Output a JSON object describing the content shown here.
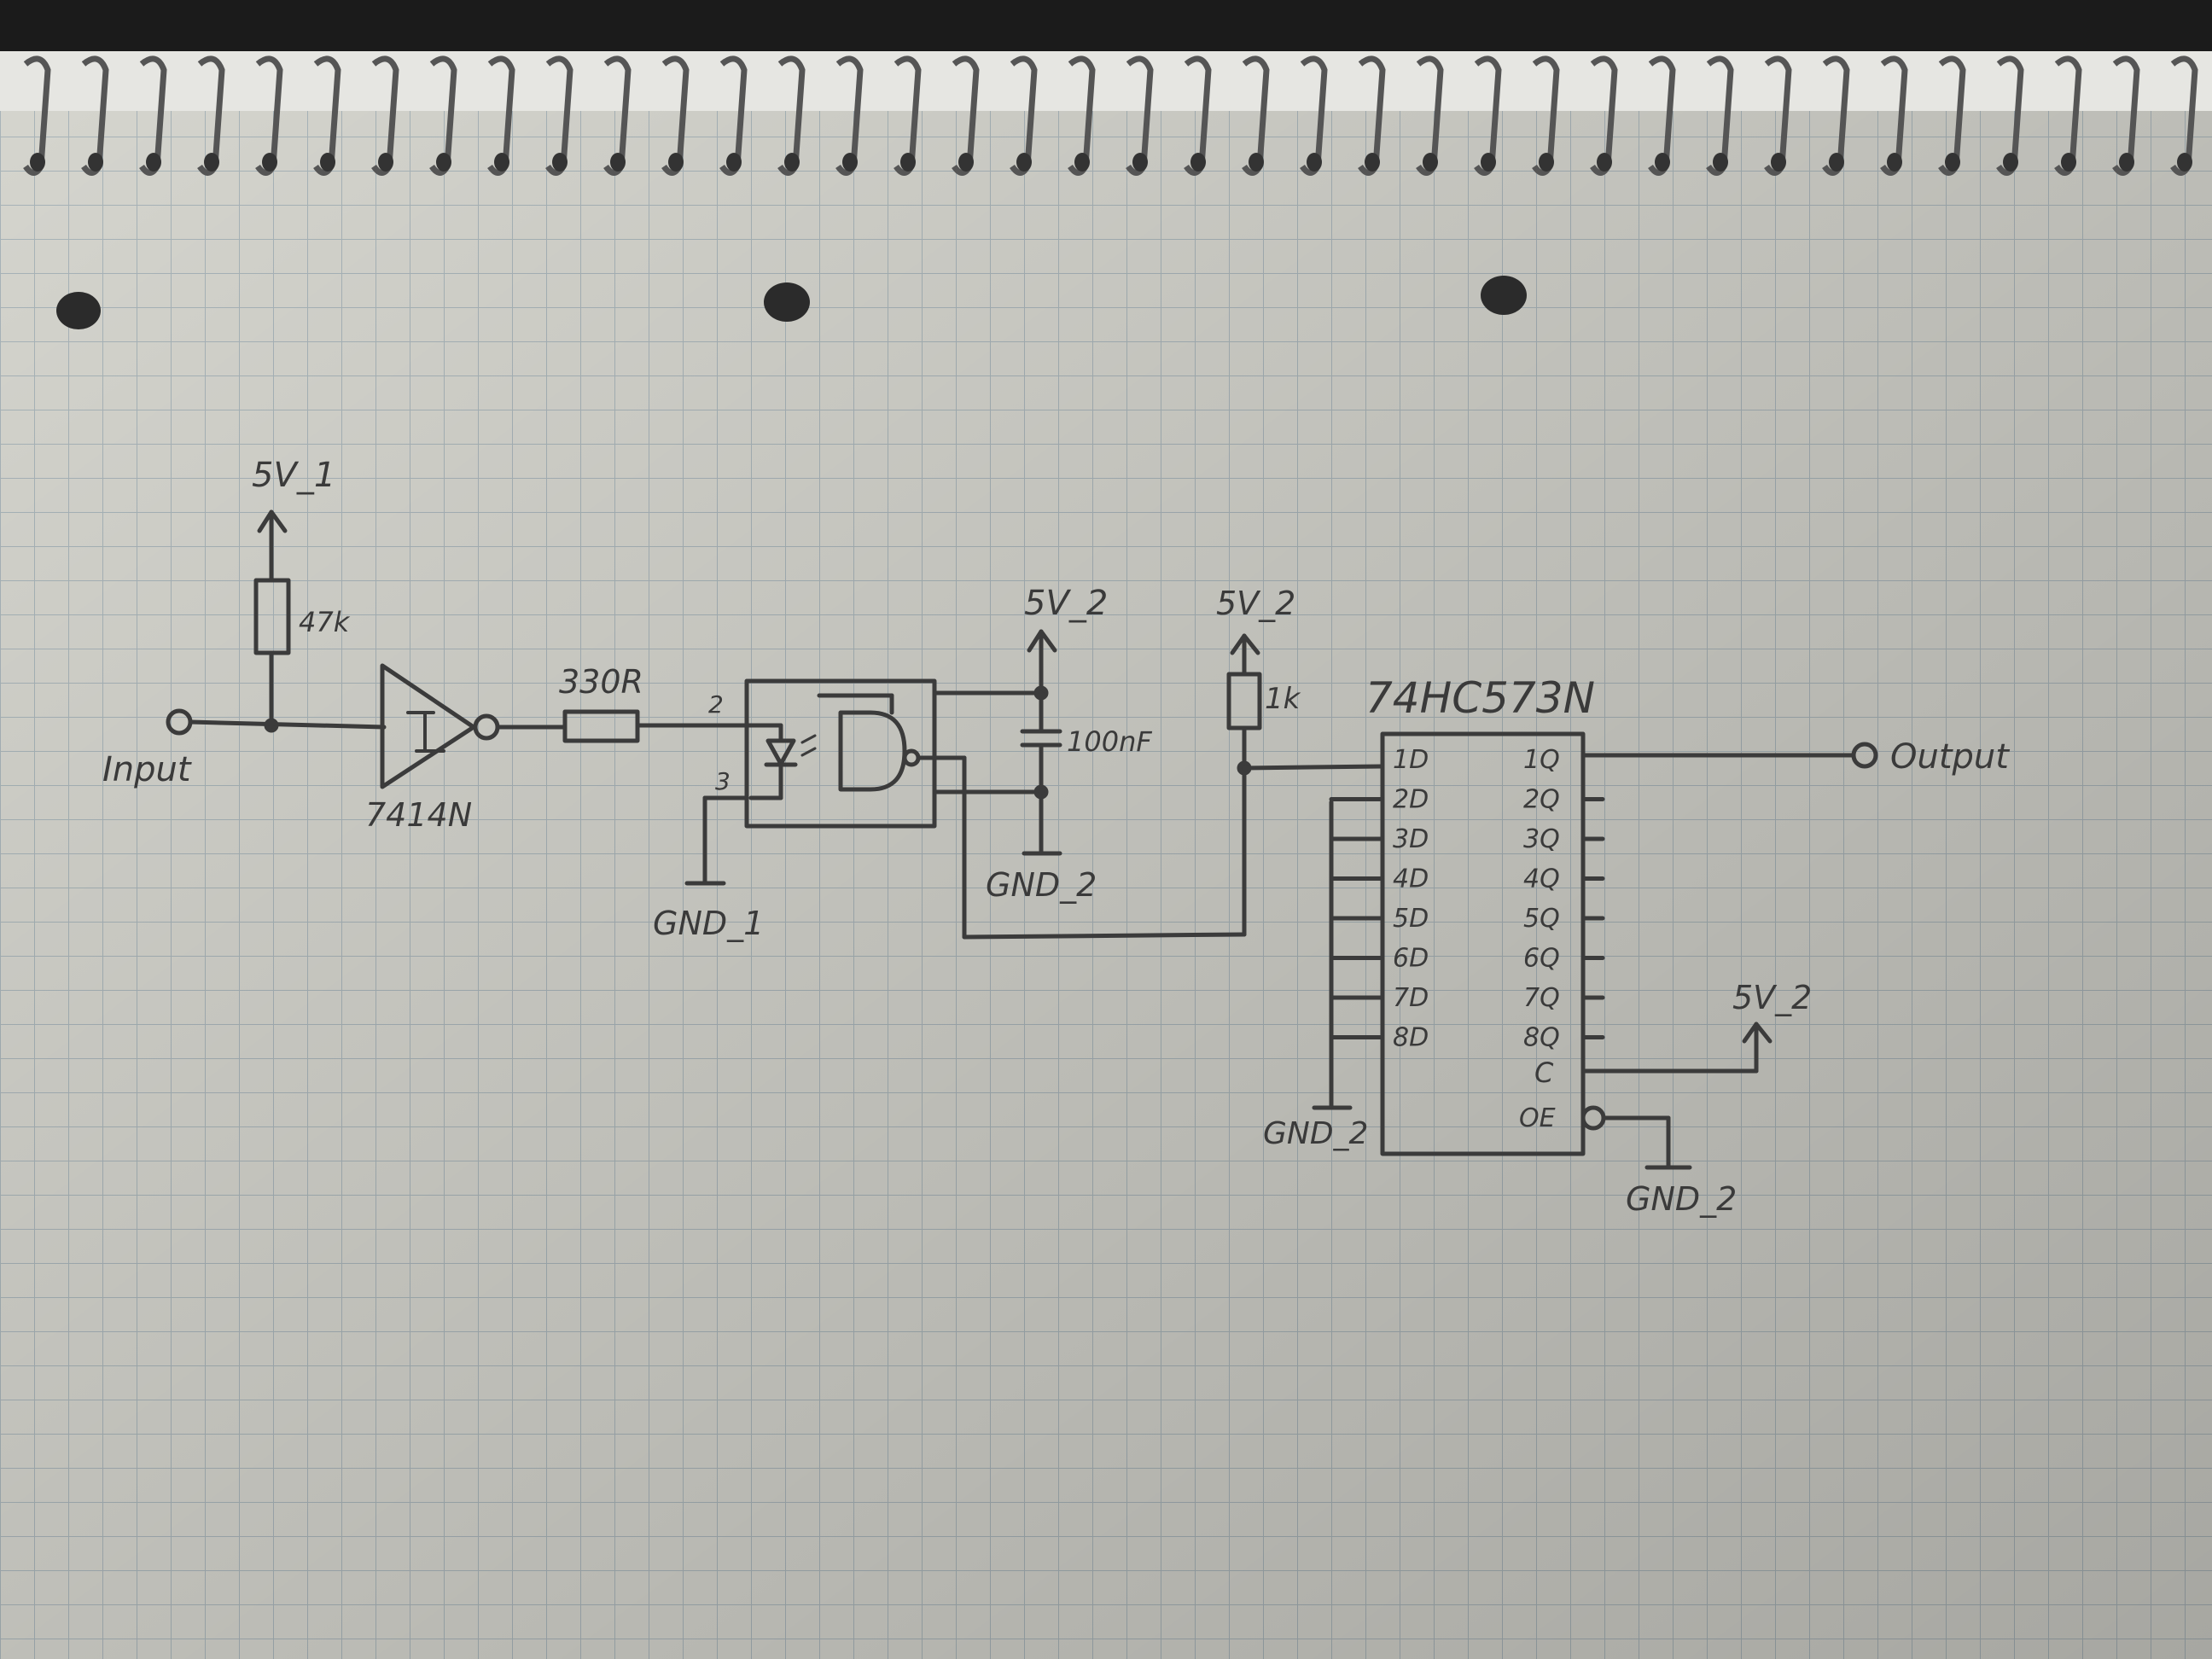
{
  "colors": {
    "paper": "#d4d4cc",
    "grid": "#a7b3b8",
    "ink": "#3b3b3b",
    "dark_top": "#1a1a1a"
  },
  "labels": {
    "input": "Input",
    "output": "Output",
    "r_pullup": "47k",
    "r_series": "330R",
    "r_pullup2": "1k",
    "cap": "100nF",
    "schmitt": "7414N",
    "latch": "74HC573N",
    "pin2": "2",
    "pin3": "3",
    "pwr_5v1": "5V_1",
    "pwr_5v2_a": "5V_2",
    "pwr_5v2_b": "5V_2",
    "pwr_5v2_c": "5V_2",
    "gnd1": "GND_1",
    "gnd2_a": "GND_2",
    "gnd2_b": "GND_2",
    "gnd2_c": "GND_2",
    "latch_c": "C",
    "latch_oe": "OE"
  },
  "latch_pins_left": [
    "1D",
    "2D",
    "3D",
    "4D",
    "5D",
    "6D",
    "7D",
    "8D"
  ],
  "latch_pins_right": [
    "1Q",
    "2Q",
    "3Q",
    "4Q",
    "5Q",
    "6Q",
    "7Q",
    "8Q"
  ]
}
